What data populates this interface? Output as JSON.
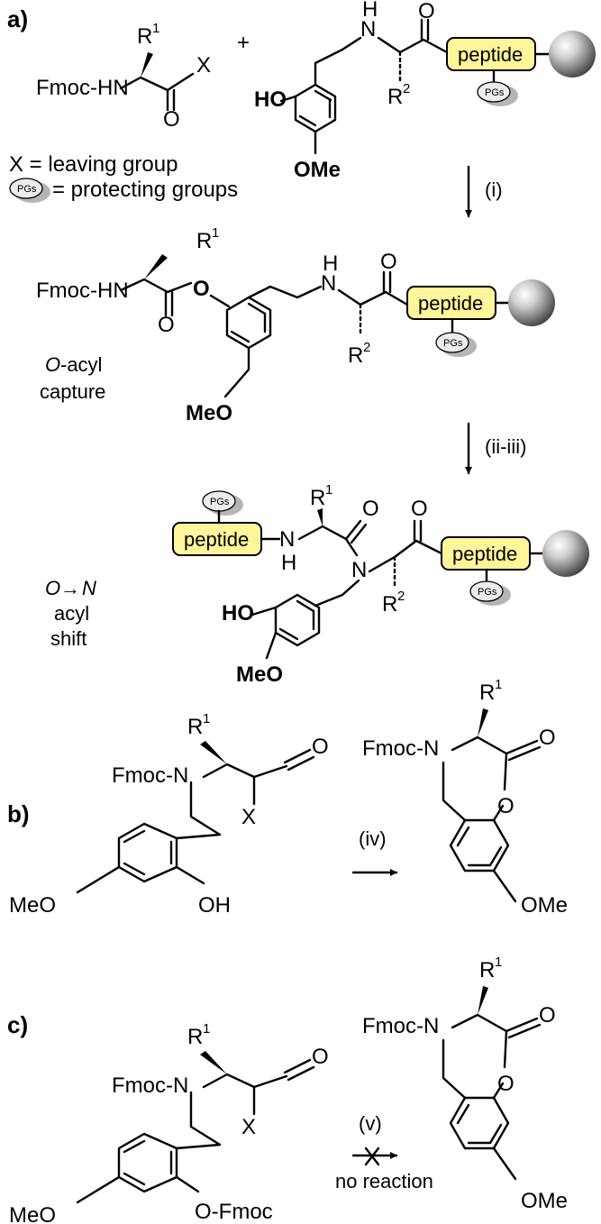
{
  "panels": {
    "a": "a)",
    "b": "b)",
    "c": "c)"
  },
  "atoms": {
    "fmoc_hn": "Fmoc-HN",
    "fmoc_n": "Fmoc-N",
    "R": "R",
    "sup1": "1",
    "sup2": "2",
    "X": "X",
    "O": "O",
    "H": "H",
    "N": "N",
    "HO": "HO",
    "OMe": "OMe",
    "MeO": "MeO",
    "OH": "OH",
    "O_Fmoc": "O-Fmoc",
    "plus": "+"
  },
  "peptide_label": "peptide",
  "pgs_label": "PGs",
  "legend": {
    "x_line": "X = leaving group",
    "pgs_line": "= protecting groups"
  },
  "steps": {
    "i": "(i)",
    "ii_iii": "(ii-iii)",
    "iv": "(iv)",
    "v": "(v)",
    "no_reaction": "no reaction"
  },
  "annotations": {
    "o_acyl_o": "O",
    "o_acyl_rest": "-acyl",
    "capture": "capture",
    "shift_o": "O",
    "shift_arrow": "→",
    "shift_n": "N",
    "acyl": "acyl",
    "shift": "shift"
  },
  "colors": {
    "peptide_fill": "#fff59a",
    "bead_highlight": "#ffffff",
    "bead_shadow": "#3a3a3a",
    "pgs_fill": "#ececec"
  },
  "icons": [
    "resin-bead-icon",
    "protecting-group-icon"
  ]
}
